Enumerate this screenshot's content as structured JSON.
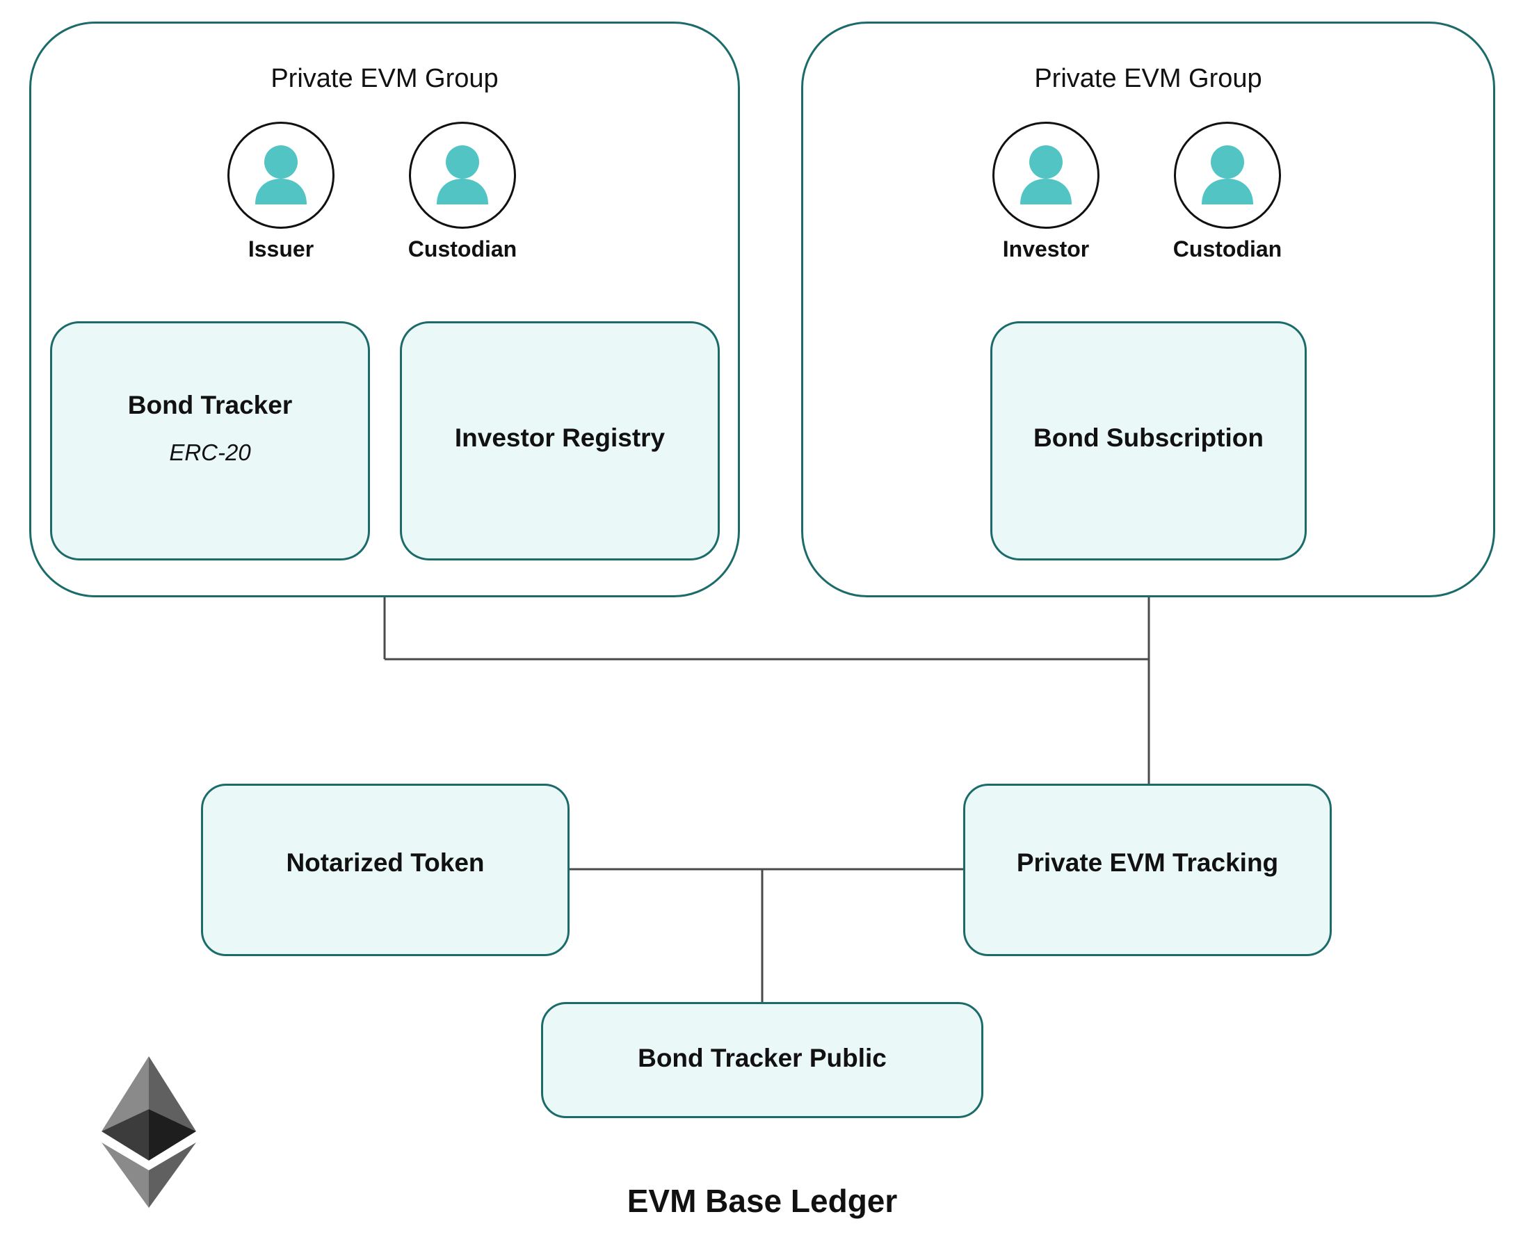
{
  "groups": [
    {
      "title": "Private EVM Group",
      "members": [
        "Issuer",
        "Custodian"
      ],
      "contracts": [
        {
          "label": "Bond Tracker",
          "sublabel": "ERC-20"
        },
        {
          "label": "Investor Registry"
        }
      ]
    },
    {
      "title": "Private EVM Group",
      "members": [
        "Investor",
        "Custodian"
      ],
      "contracts": [
        {
          "label": "Bond Subscription"
        }
      ]
    }
  ],
  "base_ledger": {
    "title": "EVM Base Ledger",
    "contracts": [
      {
        "label": "Notarized Token"
      },
      {
        "label": "Private EVM Tracking"
      },
      {
        "label": "Bond Tracker Public"
      }
    ],
    "logo": "ethereum-logo"
  },
  "icons": {
    "member": "person-icon",
    "member_color": "#52c4c4",
    "accent": "#1c6b6b",
    "box_fill": "#eaf8f7",
    "base_fill": "#f2f2f2"
  }
}
